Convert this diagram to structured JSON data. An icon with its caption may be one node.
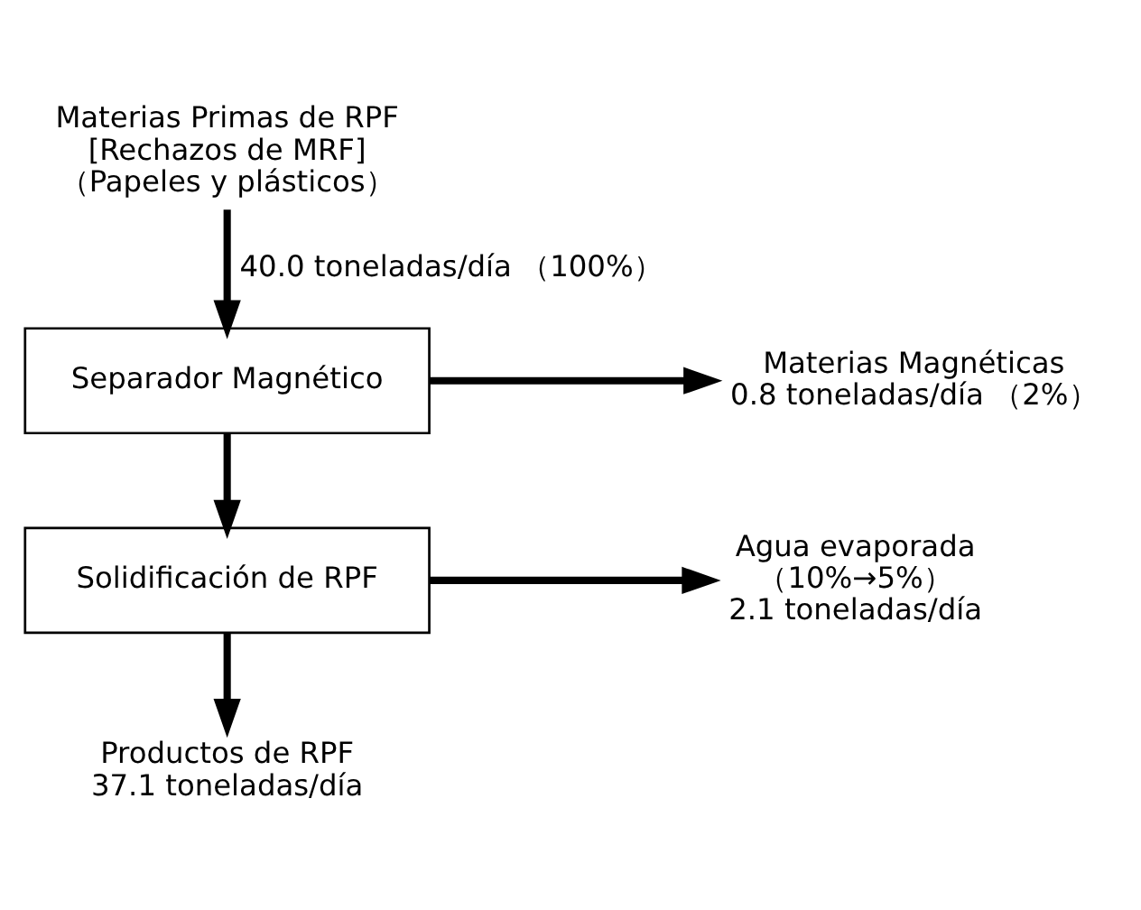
{
  "diagram": {
    "nodes": [
      {
        "text": [
          "Materias Primas de RPF",
          "[Rechazos de MRF]",
          "（Papeles y plásticos）"
        ]
      },
      {
        "text": [
          "Separador Magnético"
        ]
      },
      {
        "text": [
          "Materias Magnéticas",
          "0.8 toneladas/día （2%）"
        ]
      },
      {
        "text": [
          "Solidificación de RPF"
        ]
      },
      {
        "text": [
          "Agua evaporada",
          "（10%→5%）",
          "2.1 toneladas/día"
        ]
      },
      {
        "text": [
          "Productos de RPF",
          "37.1 toneladas/día"
        ]
      }
    ],
    "edges": [
      {
        "from": 0,
        "to": 1,
        "arrow": "to",
        "label": "40.0 toneladas/día （100%）"
      },
      {
        "from": 1,
        "to": 2,
        "arrow": "to"
      },
      {
        "from": 1,
        "to": 3,
        "arrow": "to"
      },
      {
        "from": 3,
        "to": 4,
        "arrow": "to"
      },
      {
        "from": 3,
        "to": 5,
        "arrow": "to"
      }
    ]
  }
}
